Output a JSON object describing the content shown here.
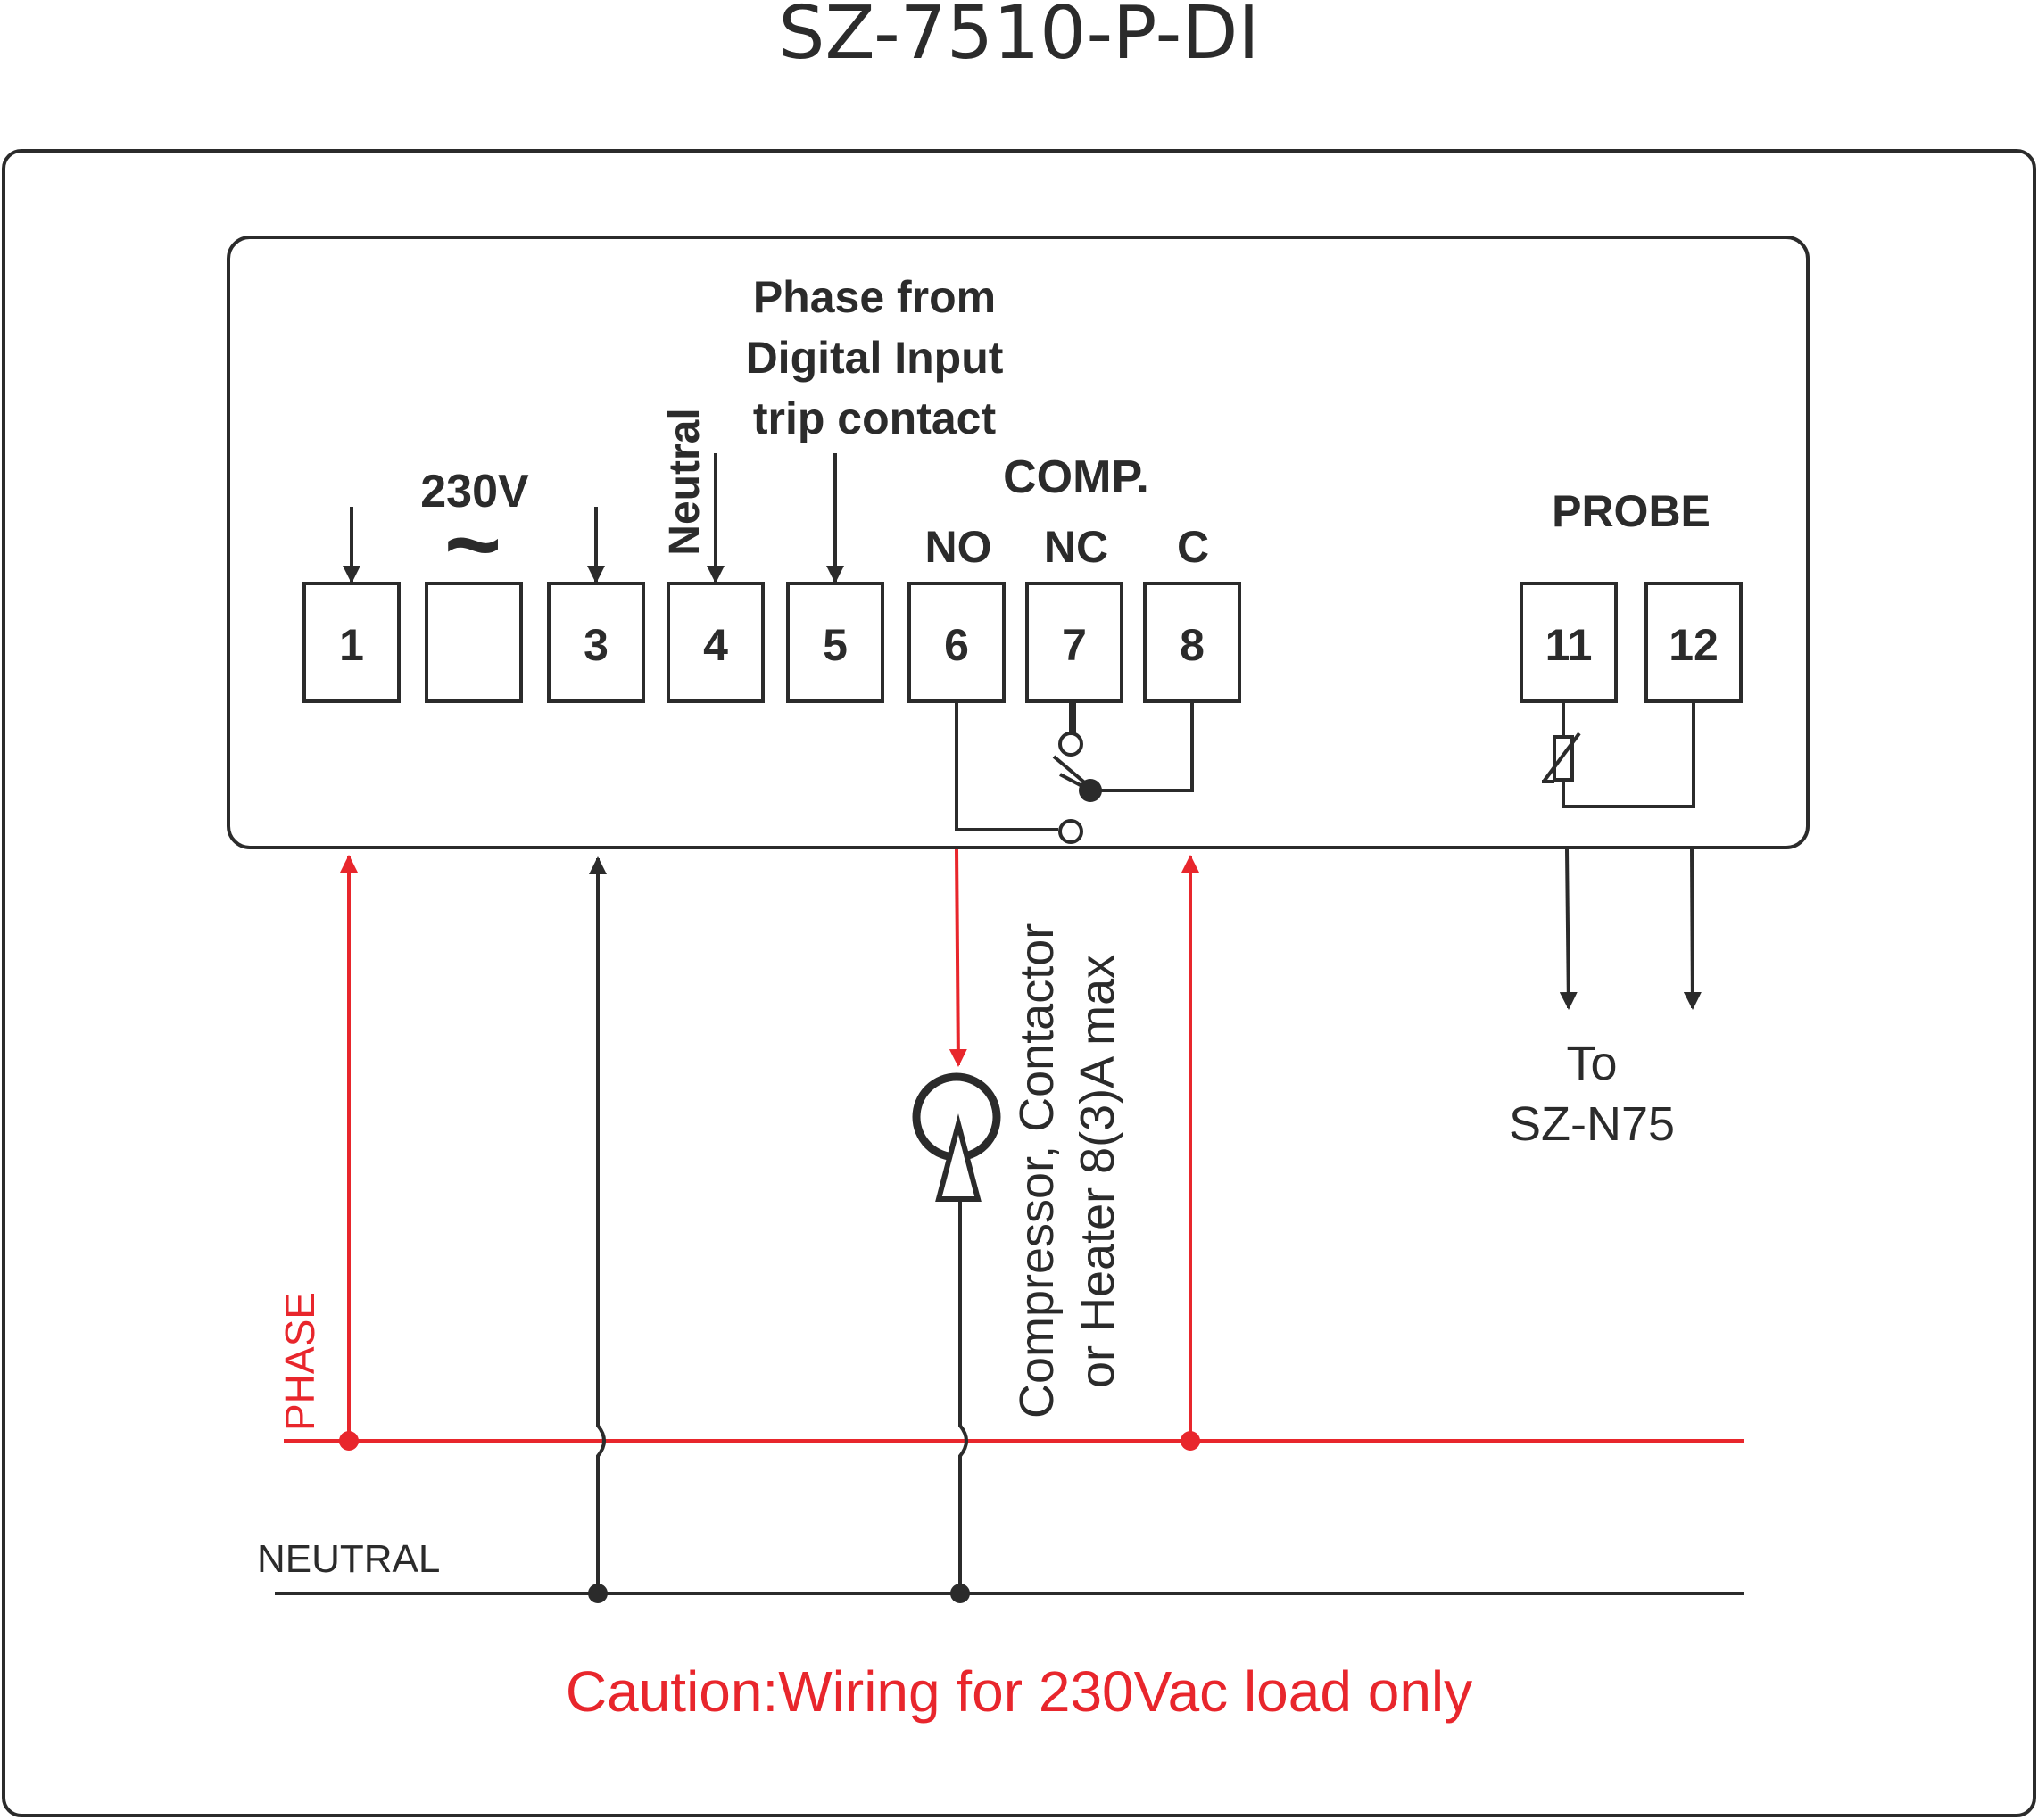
{
  "title": "SZ-7510-P-DI",
  "labels": {
    "voltage": "230V",
    "ac_symbol": "~",
    "neutral_terminal": "Neutral",
    "digital_input_line1": "Phase from",
    "digital_input_line2": "Digital Input",
    "digital_input_line3": "trip contact",
    "comp": "COMP.",
    "no": "NO",
    "nc": "NC",
    "c": "C",
    "probe": "PROBE",
    "to_line1": "To",
    "to_line2": "SZ-N75",
    "load_line1": "Compressor, Contactor",
    "load_line2": "or Heater 8(3)A max",
    "phase": "PHASE",
    "neutral": "NEUTRAL",
    "caution": "Caution:Wiring for 230Vac load only"
  },
  "terminals": {
    "t1": "1",
    "t2": "",
    "t3": "3",
    "t4": "4",
    "t5": "5",
    "t6": "6",
    "t7": "7",
    "t8": "8",
    "t11": "11",
    "t12": "12"
  },
  "colors": {
    "line": "#2b2b2b",
    "phase": "#e8262c"
  }
}
